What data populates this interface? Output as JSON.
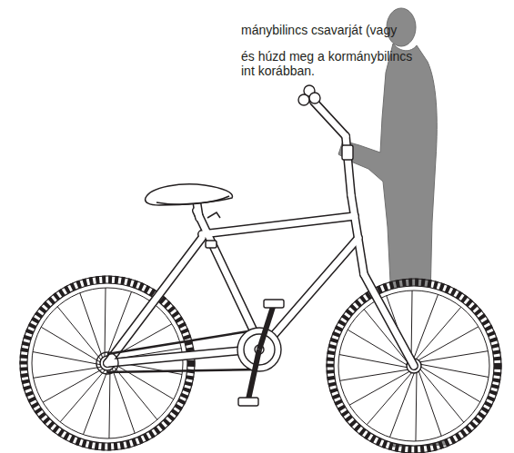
{
  "diagram": {
    "labels": [
      "mánybilincs csavarját (vagy",
      "és húzd meg a kormánybilincs",
      "int korábban."
    ]
  }
}
